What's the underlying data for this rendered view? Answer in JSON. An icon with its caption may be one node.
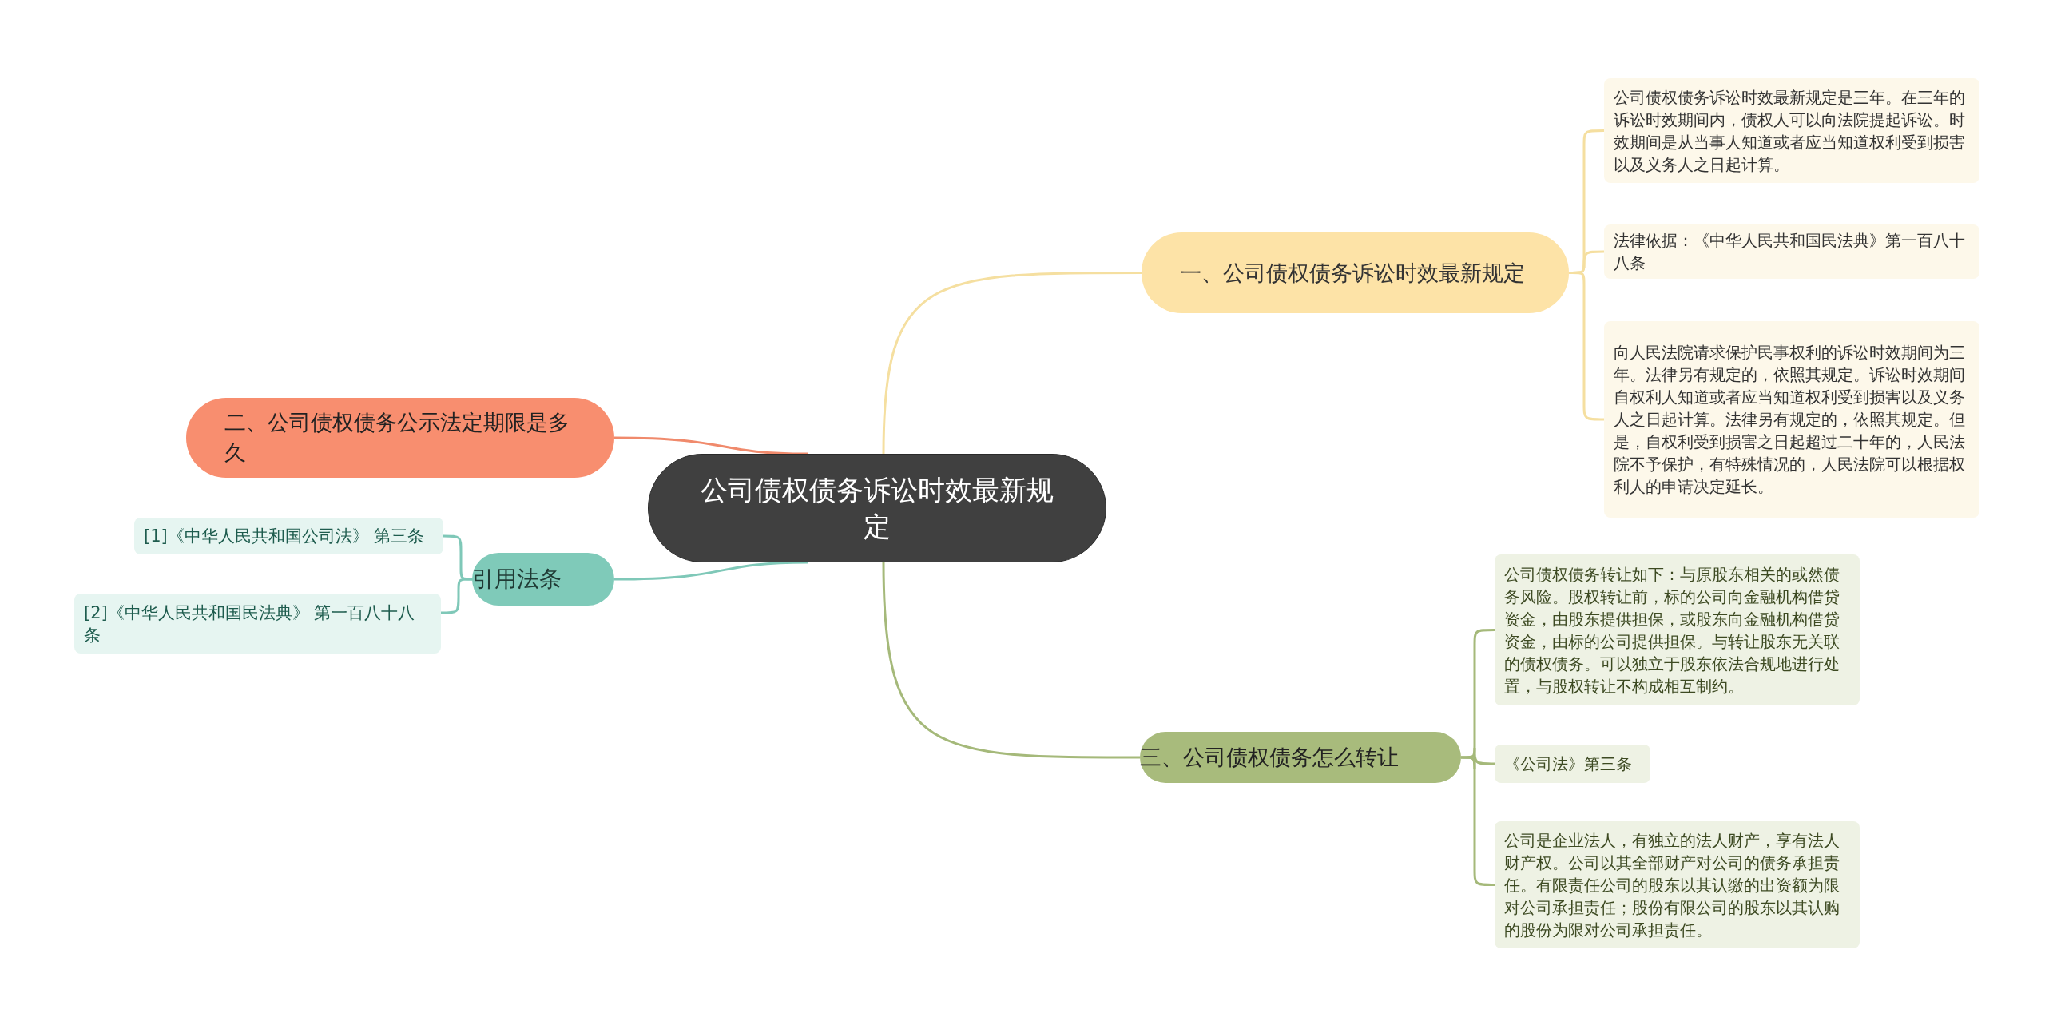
{
  "diagram": {
    "nodes": [
      {
        "text": [
          "公司债权债务诉讼时效最新规定"
        ]
      },
      {
        "text": [
          "一、公司债权债务诉讼时效最新规定"
        ]
      },
      {
        "text": [
          "公司债权债务诉讼时效最新规定是三年。在三年的诉讼时效期间内，债权人可以向法院提起诉讼。时效期间是从当事人知道或者应当知道权利受到损害以及义务人之日起计算。"
        ]
      },
      {
        "text": [
          "法律依据：《中华人民共和国民法典》第一百八十八条"
        ]
      },
      {
        "text": [
          "向人民法院请求保护民事权利的诉讼时效期间为三年。法律另有规定的，依照其规定。诉讼时效期间自权利人知道或者应当知道权利受到损害以及义务人之日起计算。法律另有规定的，依照其规定。但是，自权利受到损害之日起超过二十年的，人民法院不予保护，有特殊情况的，人民法院可以根据权利人的申请决定延长。"
        ]
      },
      {
        "text": [
          "二、公司债权债务公示法定期限是多久"
        ]
      },
      {
        "text": [
          "引用法条"
        ]
      },
      {
        "text": [
          "[1]《中华人民共和国公司法》 第三条"
        ]
      },
      {
        "text": [
          "[2]《中华人民共和国民法典》 第一百八十八条"
        ]
      },
      {
        "text": [
          "三、公司债权债务怎么转让"
        ]
      },
      {
        "text": [
          "公司债权债务转让如下：与原股东相关的或然债务风险。股权转让前，标的公司向金融机构借贷资金，由股东提供担保，或股东向金融机构借贷资金，由标的公司提供担保。与转让股东无关联的债权债务。可以独立于股东依法合规地进行处置，与股权转让不构成相互制约。"
        ]
      },
      {
        "text": [
          "《公司法》第三条"
        ]
      },
      {
        "text": [
          "公司是企业法人，有独立的法人财产，享有法人财产权。公司以其全部财产对公司的债务承担责任。有限责任公司的股东以其认缴的出资额为限对公司承担责任；股份有限公司的股东以其认购的股份为限对公司承担责任。"
        ]
      }
    ],
    "edges": [
      {
        "from": 0,
        "to": 1,
        "arrow": "none",
        "color": "#f5dfa0"
      },
      {
        "from": 1,
        "to": 2,
        "arrow": "none",
        "color": "#f5dfa0"
      },
      {
        "from": 1,
        "to": 3,
        "arrow": "none",
        "color": "#f5dfa0"
      },
      {
        "from": 1,
        "to": 4,
        "arrow": "none",
        "color": "#f5dfa0"
      },
      {
        "from": 0,
        "to": 5,
        "arrow": "none",
        "color": "#f08a6c"
      },
      {
        "from": 0,
        "to": 6,
        "arrow": "none",
        "color": "#7fc8b8"
      },
      {
        "from": 6,
        "to": 7,
        "arrow": "none",
        "color": "#7fc8b8"
      },
      {
        "from": 6,
        "to": 8,
        "arrow": "none",
        "color": "#7fc8b8"
      },
      {
        "from": 0,
        "to": 9,
        "arrow": "none",
        "color": "#a5b97a"
      },
      {
        "from": 9,
        "to": 10,
        "arrow": "none",
        "color": "#a5b97a"
      },
      {
        "from": 9,
        "to": 11,
        "arrow": "none",
        "color": "#a5b97a"
      },
      {
        "from": 9,
        "to": 12,
        "arrow": "none",
        "color": "#a5b97a"
      }
    ]
  }
}
